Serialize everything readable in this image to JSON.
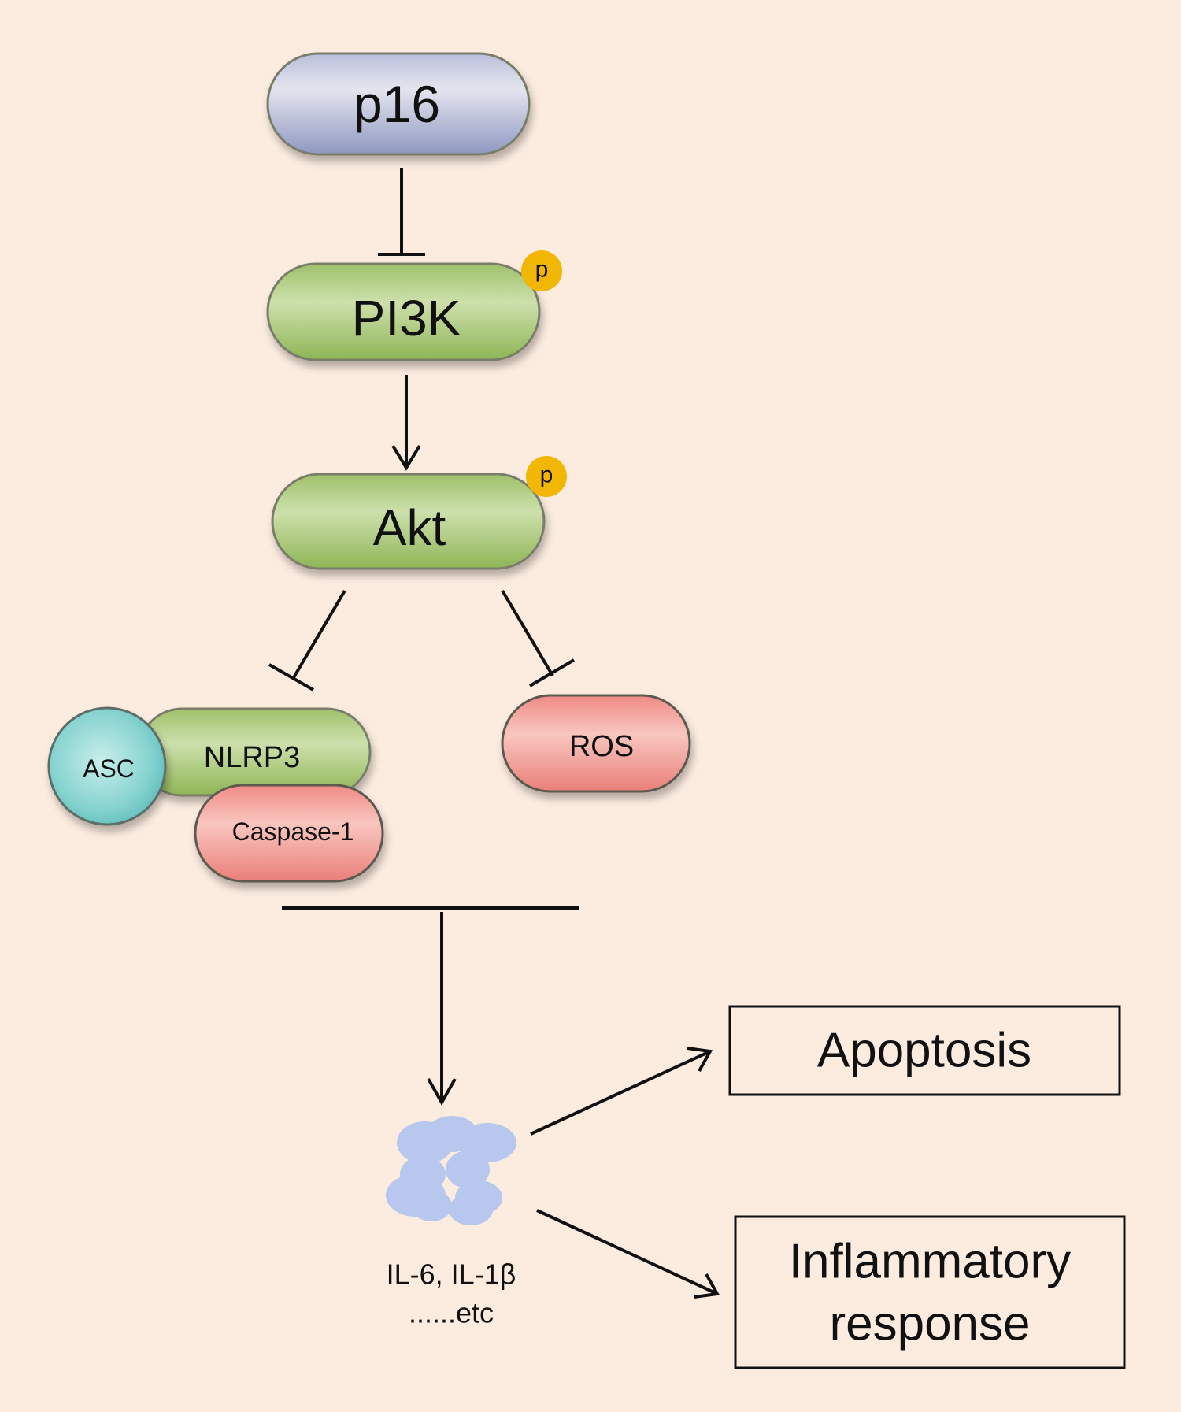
{
  "nodes": {
    "p16": {
      "label": "p16",
      "color": "#a9b0cf"
    },
    "pi3k": {
      "label": "PI3K",
      "color": "#a7c77a",
      "phospho": "p"
    },
    "akt": {
      "label": "Akt",
      "color": "#a7c77a",
      "phospho": "p"
    },
    "asc": {
      "label": "ASC",
      "color": "#7ed0cf"
    },
    "nlrp3": {
      "label": "NLRP3",
      "color": "#a7c77a"
    },
    "caspase1": {
      "label": "Caspase-1",
      "color": "#ef9a94"
    },
    "ros": {
      "label": "ROS",
      "color": "#ef9a94"
    },
    "cytokines": {
      "line1": "IL-6, IL-1β",
      "line2": "......etc",
      "color": "#b7c7ee"
    }
  },
  "outcomes": {
    "apoptosis": "Apoptosis",
    "inflammatory_line1": "Inflammatory",
    "inflammatory_line2": "response"
  },
  "edges": [
    {
      "from": "p16",
      "to": "PI3K",
      "type": "inhibit"
    },
    {
      "from": "PI3K",
      "to": "Akt",
      "type": "activate"
    },
    {
      "from": "Akt",
      "to": "NLRP3 inflammasome",
      "type": "inhibit"
    },
    {
      "from": "Akt",
      "to": "ROS",
      "type": "inhibit"
    },
    {
      "from": "NLRP3 inflammasome + ROS",
      "to": "IL-6, IL-1β",
      "type": "activate"
    },
    {
      "from": "IL-6, IL-1β",
      "to": "Apoptosis",
      "type": "activate"
    },
    {
      "from": "IL-6, IL-1β",
      "to": "Inflammatory response",
      "type": "activate"
    }
  ],
  "colors": {
    "background": "#fcece0",
    "phospho_badge": "#f2b705",
    "stroke": "#111111"
  }
}
